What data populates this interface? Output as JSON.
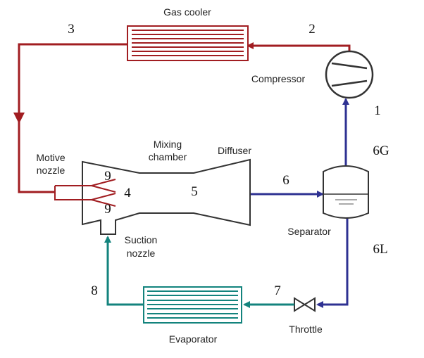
{
  "labels": {
    "gas_cooler": "Gas cooler",
    "compressor": "Compressor",
    "motive_nozzle_line1": "Motive",
    "motive_nozzle_line2": "nozzle",
    "mixing_chamber_line1": "Mixing",
    "mixing_chamber_line2": "chamber",
    "diffuser": "Diffuser",
    "separator": "Separator",
    "suction_nozzle_line1": "Suction",
    "suction_nozzle_line2": "nozzle",
    "evaporator": "Evaporator",
    "throttle": "Throttle"
  },
  "states": {
    "s1": "1",
    "s2": "2",
    "s3": "3",
    "s4": "4",
    "s5": "5",
    "s6": "6",
    "s6g": "6G",
    "s6l": "6L",
    "s7": "7",
    "s8": "8",
    "s9a": "9",
    "s9b": "9"
  },
  "colors": {
    "high_pressure": "#a11d21",
    "low_pressure": "#2e3192",
    "evaporator_side": "#13837d",
    "equipment_outline": "#404040"
  }
}
